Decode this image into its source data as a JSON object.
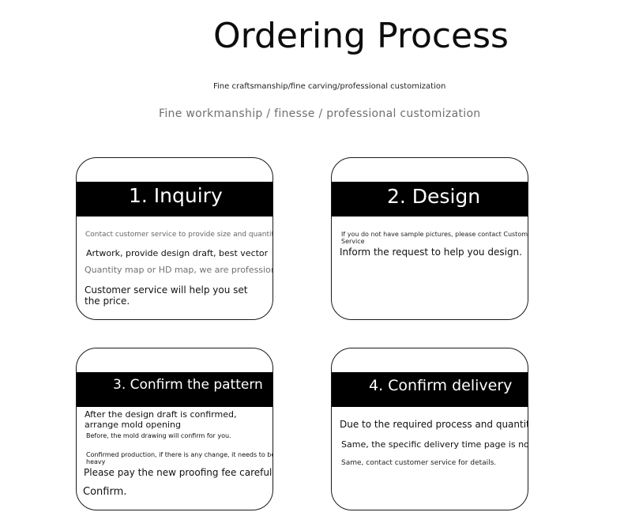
{
  "title": "Ordering Process",
  "subtitle_small": "Fine craftsmanship/fine carving/professional customization",
  "subtitle_large": "Fine workmanship / finesse / professional customization",
  "cards": [
    {
      "heading": "1. Inquiry",
      "lines": [
        "Contact customer service to provide size and quantity",
        "Artwork, provide design draft, best vector",
        "Quantity map or HD map, we are professional",
        "Customer service will help you set the price."
      ]
    },
    {
      "heading": "2. Design",
      "lines": [
        "If you do not have sample pictures, please contact Customer Service",
        "Inform the request to help you design."
      ]
    },
    {
      "heading": "3. Confirm the pattern",
      "lines": [
        "After the design draft is confirmed, arrange mold opening",
        "Before, the mold drawing will confirm for you.",
        "Confirmed production, if there is any change, it needs to be heavy",
        "Please pay the new proofing fee carefully",
        "Confirm."
      ]
    },
    {
      "heading": "4. Confirm delivery",
      "lines": [
        "Due to the required process and quantity",
        "Same, the specific delivery time page is not",
        "Same, contact customer service for details."
      ]
    }
  ]
}
